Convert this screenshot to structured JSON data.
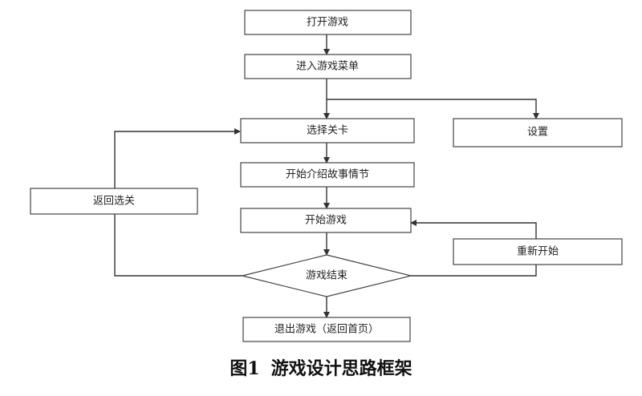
{
  "nodes": {
    "open_game": "打开游戏",
    "enter_menu": "进入游戏菜单",
    "select_level": "选择关卡",
    "settings": "设置",
    "story_intro": "开始介绍故事情节",
    "start_game": "开始游戏",
    "game_over": "游戏结束",
    "exit_game": "退出游戏（返回首页）",
    "return_select": "返回选关",
    "restart": "重新开始"
  },
  "caption": {
    "figure": "图1",
    "title": "游戏设计思路框架"
  },
  "colors": {
    "line": "#333333",
    "box_border": "#444444"
  }
}
